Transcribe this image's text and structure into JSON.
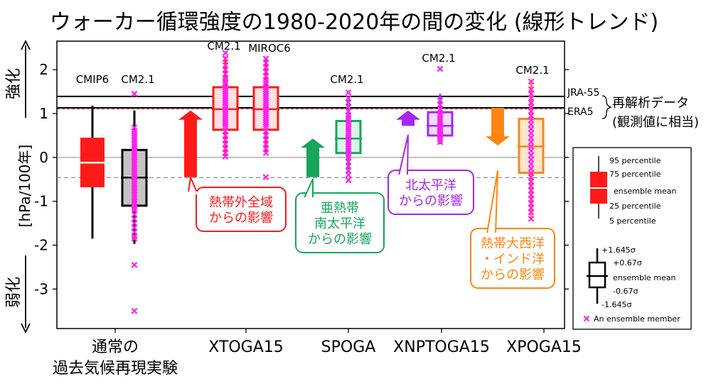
{
  "chart_data": {
    "type": "box",
    "title": "ウォーカー循環強度の1980-2020年の間の変化 (線形トレンド)",
    "ylabel": "[hPa/100年]",
    "y_top_label": "強化",
    "y_bottom_label": "弱化",
    "ylim": [
      -3.9,
      2.65
    ],
    "yticks": [
      -3,
      -2,
      -1,
      0,
      1,
      2
    ],
    "ytick_labels": [
      "-3",
      "-2",
      "-1",
      "0",
      "1",
      "2"
    ],
    "x_group_labels": [
      {
        "key": "hist",
        "lines": [
          "通常の",
          "過去気候再現実験"
        ]
      },
      {
        "key": "xtoga",
        "lines": [
          "XTOGA15"
        ]
      },
      {
        "key": "spoga",
        "lines": [
          "SPOGA"
        ]
      },
      {
        "key": "xnptoga",
        "lines": [
          "XNPTOGA15"
        ]
      },
      {
        "key": "xpoga",
        "lines": [
          "XPOGA15"
        ]
      }
    ],
    "reference_lines": [
      {
        "name": "JRA-55",
        "value": 1.39,
        "color": "#000000"
      },
      {
        "name": "ERA5",
        "value": 1.13,
        "color": "#000000"
      },
      {
        "name": "CM2.1 hist mean",
        "value": -0.46,
        "color": "#999999",
        "style": "dashed"
      }
    ],
    "reference_bracket_label": [
      "再解析データ",
      "(観測値に相当)"
    ],
    "boxes": [
      {
        "key": "cmip6",
        "label": "CMIP6",
        "style": "percentile",
        "color": "#ff1a1a",
        "p5": -1.85,
        "p25": -0.68,
        "mean": -0.12,
        "p75": 0.45,
        "p95": 1.18
      },
      {
        "key": "cm21_hist",
        "label": "CM2.1",
        "style": "sigma",
        "color": "#000000",
        "fill": "#c4c4c4",
        "lo1645": -1.97,
        "lo067": -1.1,
        "mean": -0.46,
        "hi067": 0.17,
        "hi1645": 1.07,
        "members": [
          1.45,
          0.68,
          0.6,
          0.55,
          0.5,
          0.45,
          0.4,
          0.35,
          0.3,
          0.25,
          0.2,
          0.15,
          0.1,
          0.05,
          0.0,
          -0.05,
          -0.1,
          -0.15,
          -0.2,
          -0.25,
          -0.3,
          -0.35,
          -0.4,
          -0.45,
          -0.5,
          -0.55,
          -0.6,
          -0.65,
          -0.7,
          -0.75,
          -0.8,
          -0.85,
          -0.9,
          -0.95,
          -1.0,
          -1.05,
          -1.1,
          -1.15,
          -1.2,
          -1.3,
          -1.4,
          -1.5,
          -1.6,
          -1.7,
          -1.8,
          -1.85,
          -2.45,
          -3.5
        ]
      },
      {
        "key": "cm21_xtoga",
        "label": "CM2.1",
        "style": "sigma",
        "color": "#ff1a1a",
        "fill": "#fde0e0",
        "lo1645": 0.0,
        "lo067": 0.63,
        "mean": 1.1,
        "hi067": 1.6,
        "hi1645": 2.3,
        "members": [
          2.38,
          2.25,
          2.1,
          2.0,
          1.9,
          1.8,
          1.75,
          1.7,
          1.6,
          1.55,
          1.5,
          1.45,
          1.4,
          1.35,
          1.3,
          1.25,
          1.2,
          1.15,
          1.1,
          1.05,
          1.0,
          0.95,
          0.9,
          0.85,
          0.8,
          0.75,
          0.7,
          0.6,
          0.5,
          0.4,
          0.3,
          0.2,
          0.1,
          0.02
        ]
      },
      {
        "key": "miroc6_xtoga",
        "label": "MIROC6",
        "style": "sigma",
        "color": "#ff1a1a",
        "fill": "#fde0e0",
        "lo1645": 0.1,
        "lo067": 0.63,
        "mean": 1.1,
        "hi067": 1.6,
        "hi1645": 2.25,
        "members": [
          2.25,
          2.15,
          2.05,
          1.95,
          1.85,
          1.75,
          1.7,
          1.6,
          1.55,
          1.5,
          1.45,
          1.4,
          1.35,
          1.3,
          1.25,
          1.2,
          1.15,
          1.1,
          1.05,
          1.0,
          0.95,
          0.9,
          0.85,
          0.8,
          0.75,
          0.7,
          0.6,
          0.5,
          0.4,
          0.3,
          0.2,
          0.1,
          -0.45
        ]
      },
      {
        "key": "cm21_spoga",
        "label": "CM2.1",
        "style": "sigma",
        "color": "#17a65b",
        "fill": "#dff3e8",
        "lo1645": -0.35,
        "lo067": 0.1,
        "mean": 0.43,
        "hi067": 0.83,
        "hi1645": 1.32,
        "members": [
          1.48,
          1.35,
          1.25,
          1.15,
          1.05,
          0.95,
          0.9,
          0.85,
          0.8,
          0.75,
          0.7,
          0.65,
          0.6,
          0.55,
          0.5,
          0.45,
          0.4,
          0.35,
          0.3,
          0.25,
          0.2,
          0.15,
          0.1,
          0.05,
          0.0,
          -0.1,
          -0.2,
          -0.3,
          -0.4,
          -0.52
        ]
      },
      {
        "key": "cm21_xnptoga",
        "label": "CM2.1",
        "style": "sigma",
        "color": "#a726f0",
        "fill": "#efdcfb",
        "lo1645": 0.3,
        "lo067": 0.5,
        "mean": 0.72,
        "hi067": 1.03,
        "hi1645": 1.45,
        "members": [
          2.02,
          1.3,
          1.2,
          1.1,
          1.0,
          0.95,
          0.9,
          0.85,
          0.8,
          0.75,
          0.72,
          0.7,
          0.68,
          0.65,
          0.62,
          0.6,
          0.58,
          0.55,
          0.52,
          0.5,
          0.45,
          0.4,
          0.35
        ]
      },
      {
        "key": "cm21_xpoga",
        "label": "CM2.1",
        "style": "sigma",
        "color": "#ff8612",
        "fill": "#ffe6cc",
        "lo1645": -1.4,
        "lo067": -0.35,
        "mean": 0.25,
        "hi067": 0.88,
        "hi1645": 1.75,
        "members": [
          1.73,
          1.55,
          1.45,
          1.35,
          1.25,
          1.15,
          1.05,
          0.95,
          0.85,
          0.75,
          0.65,
          0.55,
          0.45,
          0.35,
          0.25,
          0.15,
          0.05,
          -0.05,
          -0.15,
          -0.25,
          -0.35,
          -0.45,
          -0.55,
          -0.65,
          -0.75,
          -0.85,
          -0.95,
          -1.05,
          -1.15,
          -1.25,
          -1.4
        ]
      }
    ],
    "arrows": [
      {
        "key": "xtoga",
        "direction": "up",
        "color": "#ff1a1a",
        "from": -0.45,
        "to": 1.07
      },
      {
        "key": "spoga",
        "direction": "up",
        "color": "#17a65b",
        "from": -0.45,
        "to": 0.43
      },
      {
        "key": "xnptoga",
        "direction": "up",
        "color": "#a726f0",
        "from": 0.72,
        "to": 1.07
      },
      {
        "key": "xpoga",
        "direction": "down",
        "color": "#ff8612",
        "from": 1.13,
        "to": 0.27
      }
    ],
    "callouts": [
      {
        "key": "xtoga",
        "color": "#ff1a1a",
        "lines": [
          "熱帯外全域",
          "からの影響"
        ]
      },
      {
        "key": "spoga",
        "color": "#17a65b",
        "lines": [
          "亜熱帯",
          "南太平洋",
          "からの影響"
        ]
      },
      {
        "key": "xnptoga",
        "color": "#a726f0",
        "lines": [
          "北太平洋",
          "からの影響"
        ]
      },
      {
        "key": "xpoga",
        "color": "#ff8612",
        "lines": [
          "熱帯大西洋",
          "・インド洋",
          "からの影響"
        ]
      }
    ],
    "legend": {
      "placement": "right",
      "percentile_labels": [
        "95 percentile",
        "75 percentile",
        "ensemble mean",
        "25 percentile",
        "5 percentile"
      ],
      "sigma_labels": [
        "+1.645σ",
        "+0.67σ",
        "ensemble mean",
        "-0.67σ",
        "-1.645σ"
      ],
      "member_label": "An ensemble member",
      "member_color": "#ff22ee"
    },
    "grid": false
  }
}
